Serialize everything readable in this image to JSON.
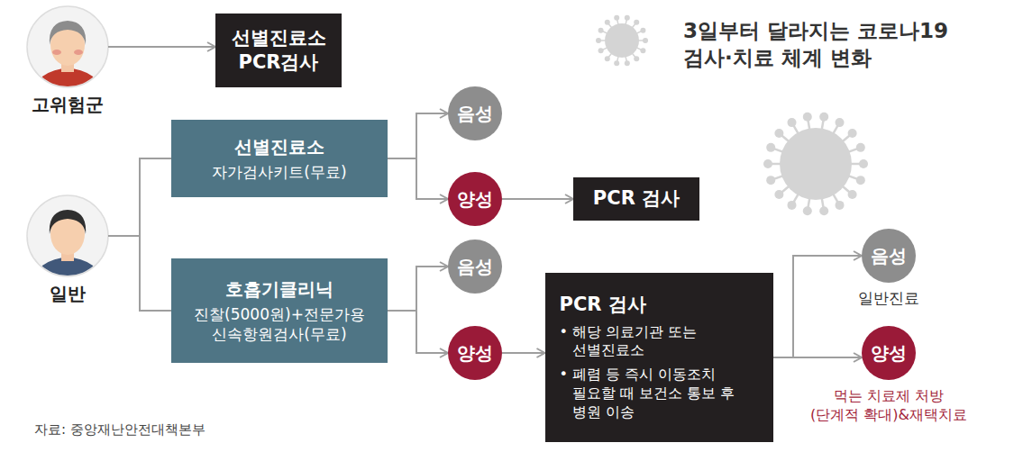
{
  "diagram": {
    "title": "3일부터 달라지는 코로나19 검사·치료 체계 변화",
    "caption": "자료: 중앙재난안전대책본부",
    "nodes": [
      {
        "text": [
          "고위험군"
        ]
      },
      {
        "text": [
          "선별진료소 PCR검사"
        ]
      },
      {
        "text": [
          "일반"
        ]
      },
      {
        "text": [
          "선별진료소",
          "자가검사키트(무료)"
        ]
      },
      {
        "text": [
          "음성"
        ]
      },
      {
        "text": [
          "양성"
        ]
      },
      {
        "text": [
          "PCR 검사"
        ]
      },
      {
        "text": [
          "호흡기클리닉",
          "진찰(5000원)+전문가용 신속항원검사(무료)"
        ]
      },
      {
        "text": [
          "음성"
        ]
      },
      {
        "text": [
          "양성"
        ]
      },
      {
        "text": [
          "PCR 검사",
          "• 해당 의료기관 또는 선별진료소",
          "• 폐렴 등 즉시 이동조치 필요할 때 보건소 통보 후 병원 이송"
        ]
      },
      {
        "text": [
          "음성",
          "일반진료"
        ]
      },
      {
        "text": [
          "양성",
          "먹는 치료제 처방 (단계적 확대)&재택치료"
        ]
      }
    ],
    "edges": [
      {
        "from": 0,
        "to": 1,
        "arrow": "to"
      },
      {
        "from": 2,
        "to": 3,
        "arrow": "none"
      },
      {
        "from": 2,
        "to": 7,
        "arrow": "none"
      },
      {
        "from": 3,
        "to": 4,
        "arrow": "to"
      },
      {
        "from": 3,
        "to": 5,
        "arrow": "to"
      },
      {
        "from": 5,
        "to": 6,
        "arrow": "to"
      },
      {
        "from": 7,
        "to": 8,
        "arrow": "to"
      },
      {
        "from": 7,
        "to": 9,
        "arrow": "to"
      },
      {
        "from": 9,
        "to": 10,
        "arrow": "to"
      },
      {
        "from": 10,
        "to": 11,
        "arrow": "to"
      },
      {
        "from": 10,
        "to": 12,
        "arrow": "to"
      }
    ]
  }
}
